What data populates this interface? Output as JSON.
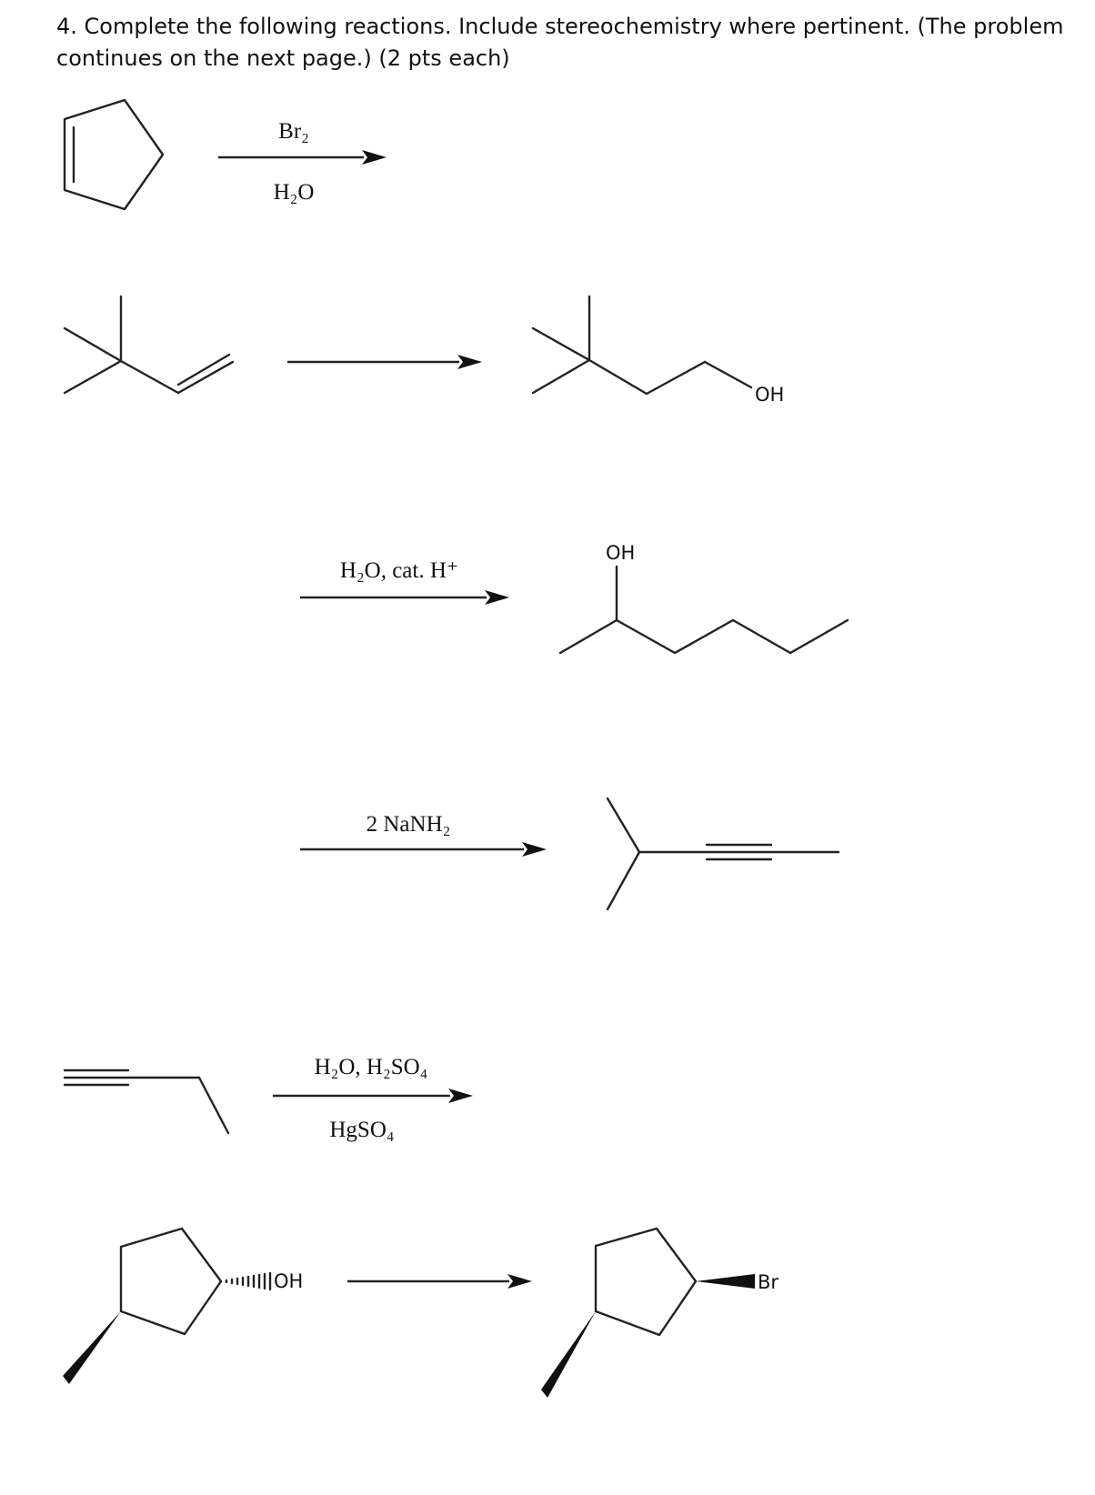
{
  "question": {
    "line1": "4. Complete the following reactions.  Include stereochemistry where pertinent.  (The problem",
    "line2": "continues on the next page.)  (2 pts each)"
  },
  "reactions": [
    {
      "reagent_above": "Br₂",
      "reagent_below": "H₂O"
    },
    {
      "reagent_above": "",
      "reagent_below": "",
      "product_label": "OH"
    },
    {
      "reagent_above": "H₂O, cat. H⁺",
      "reagent_below": "",
      "product_label": "OH"
    },
    {
      "reagent_above": "2 NaNH₂",
      "reagent_below": ""
    },
    {
      "reagent_above": "H₂O, H₂SO₄",
      "reagent_below": "HgSO₄"
    },
    {
      "reagent_above": "",
      "reagent_below": "",
      "start_label": "OH",
      "product_label": "Br"
    }
  ]
}
